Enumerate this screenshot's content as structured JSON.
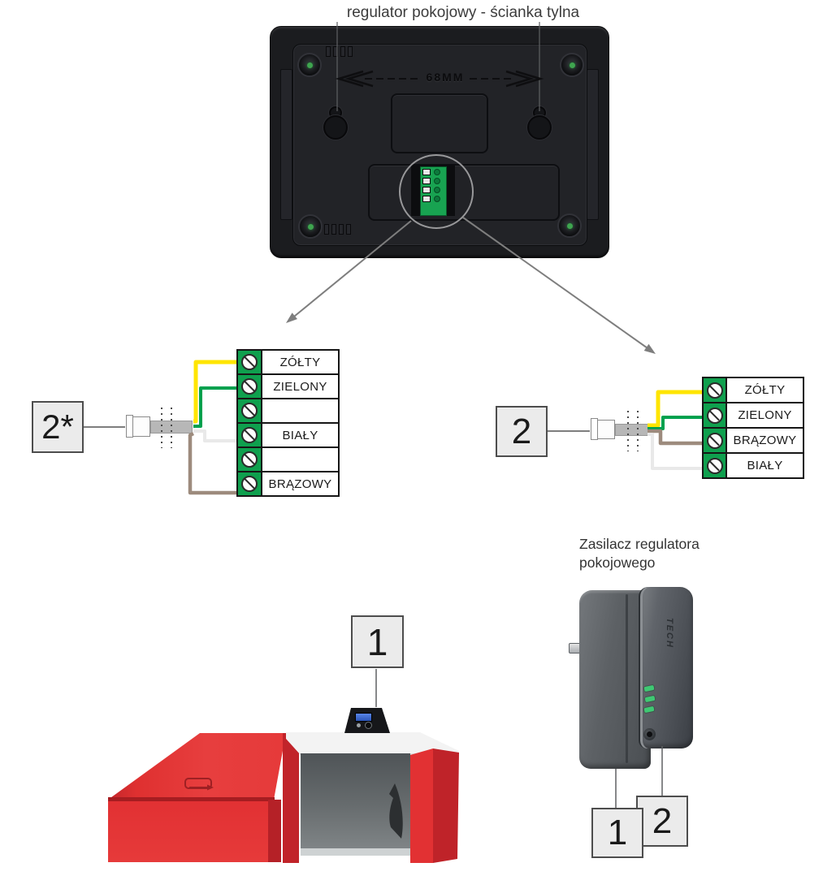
{
  "back_panel": {
    "title": "regulator pokojowy - ścianka tylna",
    "dimension_label": "68MM"
  },
  "wiring_left": {
    "label": "2*",
    "terminals": [
      "ZÓŁTY",
      "ZIELONY",
      "",
      "BIAŁY",
      "",
      "BRĄZOWY"
    ]
  },
  "wiring_right": {
    "label": "2",
    "terminals": [
      "ZÓŁTY",
      "ZIELONY",
      "BRĄZOWY",
      "BIAŁY"
    ]
  },
  "power_supply": {
    "title_line1": "Zasilacz regulatora",
    "title_line2": "pokojowego",
    "brand": "TECH",
    "label_1": "1",
    "label_2": "2"
  },
  "boiler": {
    "label": "1"
  },
  "colors": {
    "terminal_green": "#0fa04e",
    "wire_yellow": "#ffe500",
    "wire_green": "#00a14e",
    "wire_white": "#e9e9e9",
    "wire_brown": "#9d8b7d",
    "boiler_red": "#e43335",
    "label_box_bg": "#ebebeb",
    "arrow_gray": "#7e7e7e"
  }
}
